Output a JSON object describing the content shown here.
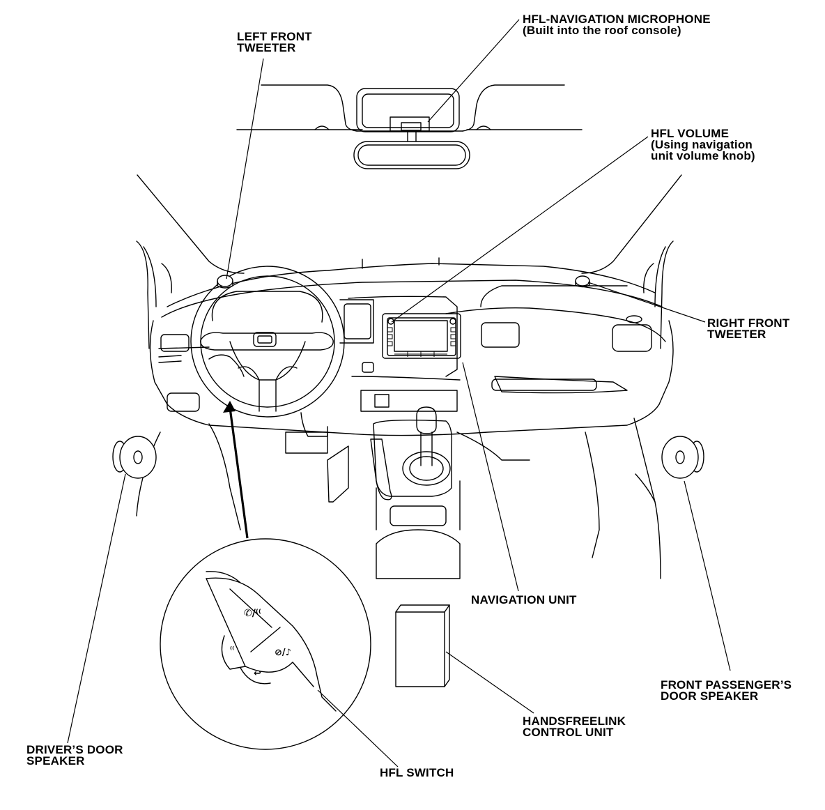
{
  "labels": {
    "hfl_navigation_microphone": {
      "line1": "HFL-NAVIGATION MICROPHONE",
      "line2": "(Built into the roof console)"
    },
    "left_front_tweeter": {
      "line1": "LEFT FRONT",
      "line2": "TWEETER"
    },
    "hfl_volume": {
      "line1": "HFL VOLUME",
      "line2": "(Using navigation",
      "line3": "unit volume knob)"
    },
    "right_front_tweeter": {
      "line1": "RIGHT FRONT",
      "line2": "TWEETER"
    },
    "navigation_unit": {
      "line1": "NAVIGATION UNIT"
    },
    "front_passenger_door_speaker": {
      "line1": "FRONT PASSENGER’S",
      "line2": "DOOR SPEAKER"
    },
    "handsfreelink_control_unit": {
      "line1": "HANDSFREELINK",
      "line2": "CONTROL UNIT"
    },
    "drivers_door_speaker": {
      "line1": "DRIVER’S DOOR",
      "line2": "SPEAKER"
    },
    "hfl_switch": {
      "line1": "HFL SWITCH"
    }
  }
}
